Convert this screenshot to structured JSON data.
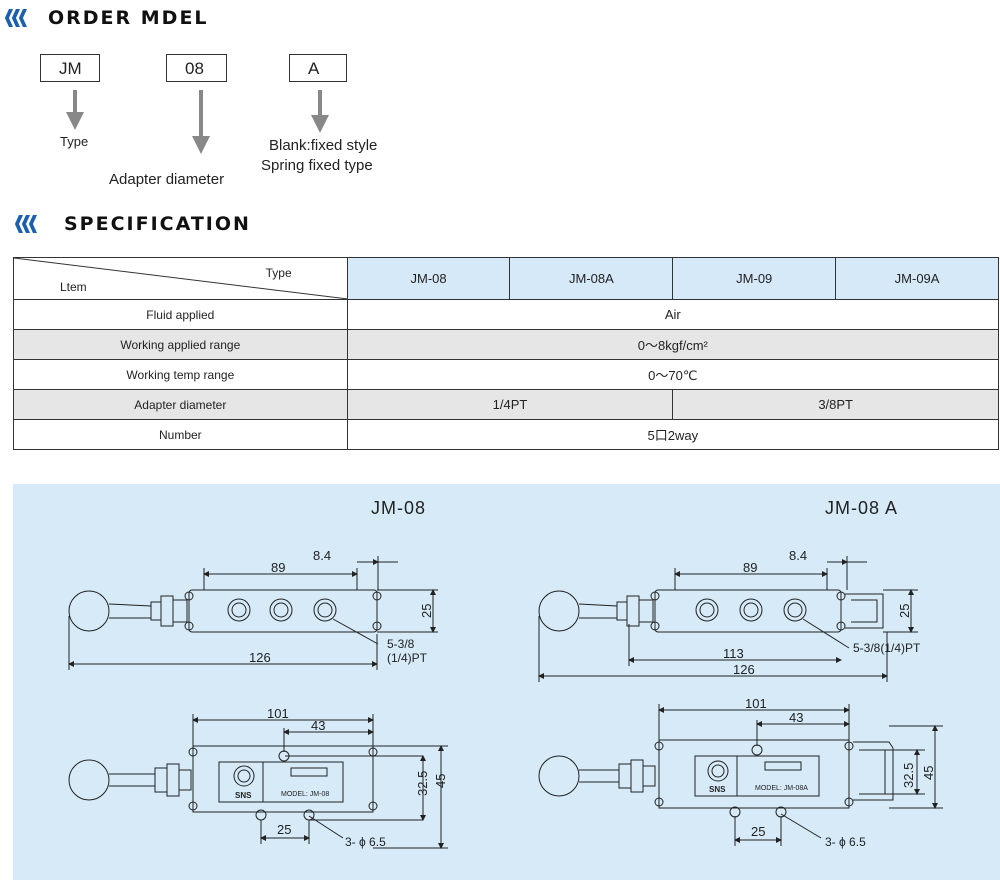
{
  "order": {
    "title": "ORDER MDEL",
    "codes": [
      {
        "code": "JM",
        "label": "Type"
      },
      {
        "code": "08",
        "label": "Adapter diameter"
      },
      {
        "code": "A",
        "label_line1": "Blank:fixed style",
        "label_line2": "Spring fixed type"
      }
    ]
  },
  "spec": {
    "title": "SPECIFICATION",
    "corner_top": "Type",
    "corner_bottom": "Ltem",
    "models": [
      "JM-08",
      "JM-08A",
      "JM-09",
      "JM-09A"
    ],
    "rows": [
      {
        "label": "Fluid applied",
        "value": "Air"
      },
      {
        "label": "Working applied  range",
        "value": "0～8kgf/cm²"
      },
      {
        "label": "Working temp range",
        "value": "0～70℃"
      },
      {
        "label": "Adapter diameter",
        "value_left": "1/4PT",
        "value_right": "3/8PT"
      },
      {
        "label": "Number",
        "value": "5口2way"
      }
    ]
  },
  "drawings": {
    "left_title": "JM-08",
    "right_title": "JM-08 A",
    "left_top": {
      "d1": "89",
      "d2": "8.4",
      "d3": "25",
      "d4": "126",
      "port_l1": "5-3/8",
      "port_l2": "(1/4)PT"
    },
    "right_top": {
      "d1": "89",
      "d2": "8.4",
      "d3": "25",
      "d4": "113",
      "d5": "126",
      "port": "5-3/8(1/4)PT"
    },
    "left_bottom": {
      "d1": "101",
      "d2": "43",
      "d3": "32.5",
      "d4": "45",
      "d5": "25",
      "hole": "3- ϕ 6.5",
      "brand": "SNS",
      "model": "MODEL: JM-08"
    },
    "right_bottom": {
      "d1": "101",
      "d2": "43",
      "d3": "32.5",
      "d4": "45",
      "d5": "25",
      "hole": "3- ϕ 6.5",
      "brand": "SNS",
      "model": "MODEL: JM-08A"
    }
  }
}
